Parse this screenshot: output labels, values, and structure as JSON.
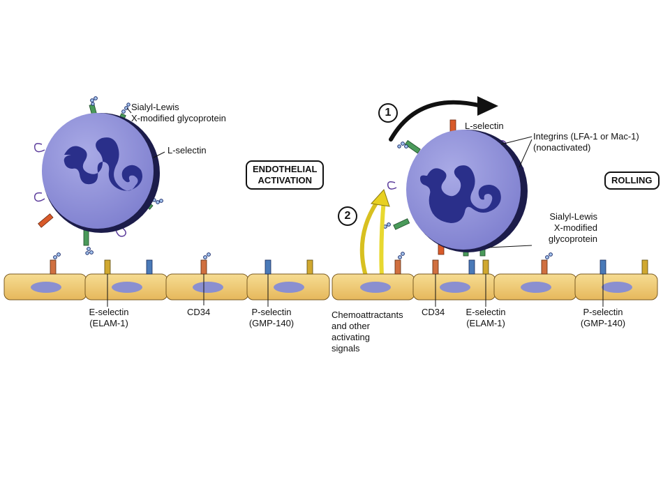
{
  "left_panel": {
    "leukocyte_labels": {
      "sialyl_lewis_line1": "Sialyl-Lewis",
      "sialyl_lewis_line2": "X-modified glycoprotein",
      "l_selectin": "L-selectin"
    },
    "stage_box": {
      "line1": "ENDOTHELIAL",
      "line2": "ACTIVATION"
    },
    "endothelium_labels": {
      "e_selectin_line1": "E-selectin",
      "e_selectin_line2": "(ELAM-1)",
      "cd34": "CD34",
      "p_selectin_line1": "P-selectin",
      "p_selectin_line2": "(GMP-140)"
    }
  },
  "right_panel": {
    "step1": "1",
    "step2": "2",
    "leukocyte_labels": {
      "l_selectin": "L-selectin",
      "integrins_line1": "Integrins (LFA-1 or Mac-1)",
      "integrins_line2": "(nonactivated)",
      "sialyl_lewis_line1": "Sialyl-Lewis",
      "sialyl_lewis_line2": "X-modified",
      "sialyl_lewis_line3": "glycoprotein"
    },
    "stage_box": {
      "line1": "ROLLING"
    },
    "endothelium_labels": {
      "chemo_line1": "Chemoattractants",
      "chemo_line2": "and other",
      "chemo_line3": "activating",
      "chemo_line4": "signals",
      "cd34": "CD34",
      "e_selectin_line1": "E-selectin",
      "e_selectin_line2": "(ELAM-1)",
      "p_selectin_line1": "P-selectin",
      "p_selectin_line2": "(GMP-140)"
    }
  },
  "colors": {
    "cell_body": "#8e8fd9",
    "cell_shadow": "#1c1c4a",
    "nucleus": "#2a2f8a",
    "endothelial_cell": "#f0cc7a",
    "endothelial_nucleus": "#8a8fd0",
    "l_selectin": "#d85a2a",
    "glycoprotein": "#4a9a5a",
    "e_selectin": "#d0a830",
    "p_selectin": "#4a7ab8",
    "cd34": "#d07040",
    "signal_arrow": "#e8d020"
  }
}
